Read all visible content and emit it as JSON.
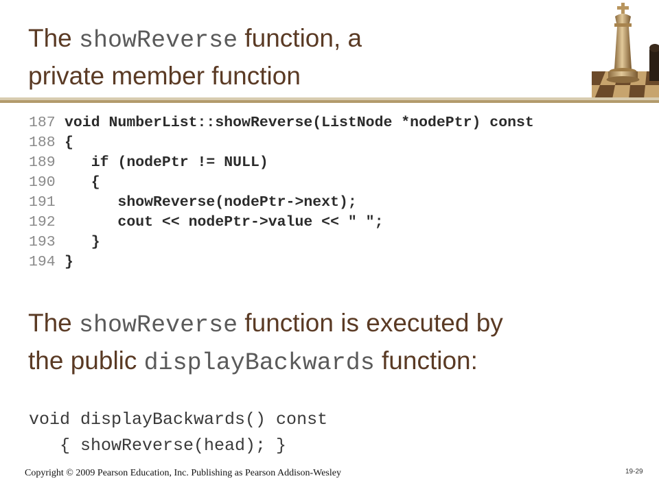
{
  "slide": {
    "title": {
      "prefix": "The ",
      "code": "showReverse",
      "suffix_line1": " function, a",
      "line2": "private member function"
    },
    "code_listing": [
      {
        "line": "187",
        "code": "void NumberList::showReverse(ListNode *nodePtr) const"
      },
      {
        "line": "188",
        "code": "{"
      },
      {
        "line": "189",
        "code": "   if (nodePtr != NULL)"
      },
      {
        "line": "190",
        "code": "   {"
      },
      {
        "line": "191",
        "code": "      showReverse(nodePtr->next);"
      },
      {
        "line": "192",
        "code": "      cout << nodePtr->value << \" \";"
      },
      {
        "line": "193",
        "code": "   }"
      },
      {
        "line": "194",
        "code": "}"
      }
    ],
    "subtitle": {
      "p1": "The ",
      "c1": "showReverse",
      "p2": " function is executed by",
      "p3": "the public ",
      "c2": "displayBackwards",
      "p4": " function:"
    },
    "snippet": {
      "line1": "void displayBackwards() const",
      "line2": "   { showReverse(head); }"
    },
    "footer": {
      "copyright": "Copyright © 2009 Pearson Education, Inc. Publishing as Pearson Addison-Wesley",
      "page_number": "19-29"
    }
  }
}
